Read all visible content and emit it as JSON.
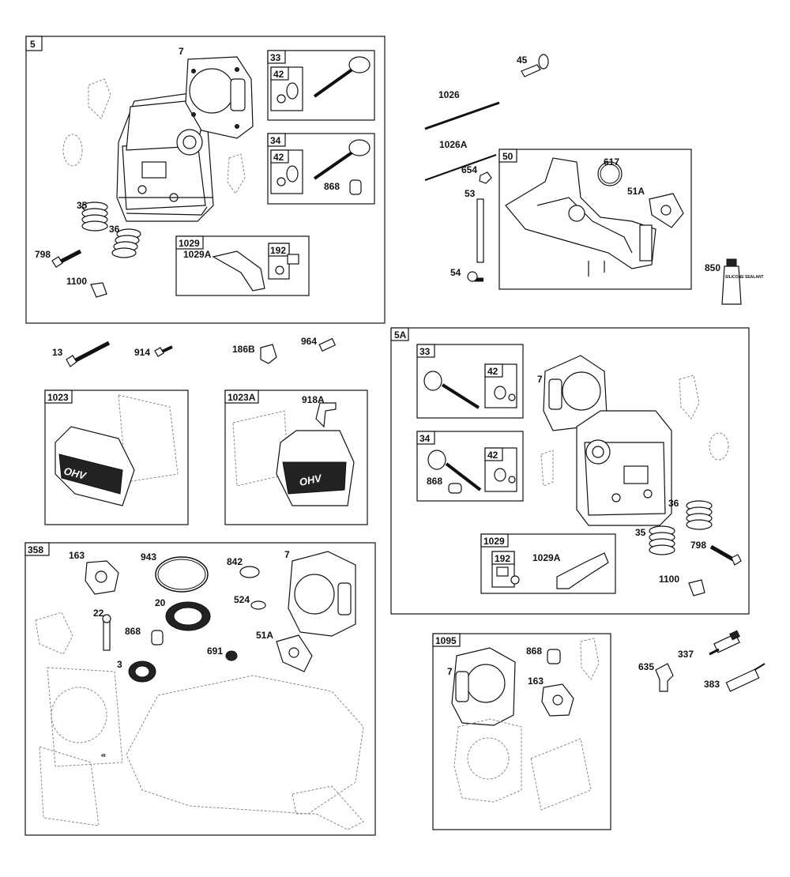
{
  "groups": [
    {
      "id": "5",
      "title": "5"
    },
    {
      "id": "33a",
      "title": "33"
    },
    {
      "id": "34a",
      "title": "34"
    },
    {
      "id": "1029a",
      "title": "1029"
    },
    {
      "id": "50",
      "title": "50"
    },
    {
      "id": "1023",
      "title": "1023"
    },
    {
      "id": "1023A",
      "title": "1023A"
    },
    {
      "id": "5A",
      "title": "5A"
    },
    {
      "id": "33b",
      "title": "33"
    },
    {
      "id": "34b",
      "title": "34"
    },
    {
      "id": "1029b",
      "title": "1029"
    },
    {
      "id": "358",
      "title": "358"
    },
    {
      "id": "1095",
      "title": "1095"
    }
  ],
  "sub_headers": {
    "42a": "42",
    "42b": "42",
    "192a": "192",
    "42c": "42",
    "42d": "42",
    "192b": "192"
  },
  "labels": {
    "l7a": "7",
    "l35a": "35",
    "l36a": "36",
    "l798a": "798",
    "l1100a": "1100",
    "l1029Aa": "1029A",
    "l868a": "868",
    "l45": "45",
    "l1026": "1026",
    "l1026A": "1026A",
    "l654": "654",
    "l53": "53",
    "l54": "54",
    "l617": "617",
    "l51Aa": "51A",
    "l850": "850",
    "l13": "13",
    "l914": "914",
    "l186B": "186B",
    "l964": "964",
    "l918A": "918A",
    "l7b": "7",
    "l868b": "868",
    "l36b": "36",
    "l35b": "35",
    "l798b": "798",
    "l1100b": "1100",
    "l1029Ab": "1029A",
    "l163a": "163",
    "l943": "943",
    "l842": "842",
    "l7c": "7",
    "l22": "22",
    "l20": "20",
    "l524": "524",
    "l868c": "868",
    "l51Ab": "51A",
    "l691": "691",
    "l3": "3",
    "l7d": "7",
    "l868d": "868",
    "l163b": "163",
    "l635": "635",
    "l337": "337",
    "l383": "383"
  },
  "decor": {
    "ohv_a": "OHV",
    "ohv_b": "OHV",
    "sealant_text": "SILICONE SEALANT",
    "gasket_mark": "49"
  }
}
